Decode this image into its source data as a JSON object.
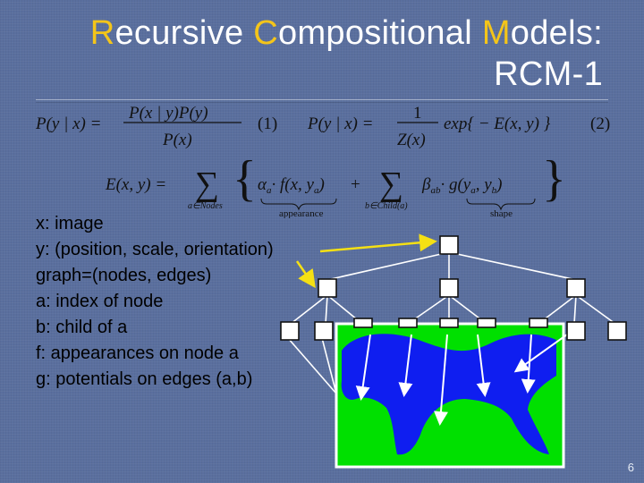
{
  "slide": {
    "title": {
      "line1": [
        {
          "text": "R",
          "accent": true
        },
        {
          "text": "ecursive ",
          "accent": false
        },
        {
          "text": "C",
          "accent": true
        },
        {
          "text": "ompositional ",
          "accent": false
        },
        {
          "text": "M",
          "accent": true
        },
        {
          "text": "odels:",
          "accent": false
        }
      ],
      "line2": "RCM-1"
    },
    "equations": {
      "eq1": {
        "lhs": "P(y | x) =",
        "numerator": "P(x | y)P(y)",
        "denominator": "P(x)",
        "number": "(1)"
      },
      "eq2": {
        "lhs": "P(y | x) =",
        "numerator": "1",
        "denominator": "Z(x)",
        "rhs": "exp{ − E(x, y) }",
        "number": "(2)"
      },
      "eq3": {
        "lhs": "E(x, y) =",
        "sum1_sub": "a∈Nodes",
        "term1": "α",
        "term1_sub": "a",
        "term1_rest": "· f(x, y",
        "term1_end_sub": "a",
        "term1_close": ")",
        "plus": "+",
        "sum2_sub": "b∈Child(a)",
        "term2": "β",
        "term2_sub": "ab",
        "term2_rest": "· g(y",
        "term2_sub_a": "a",
        "term2_comma": ", y",
        "term2_sub_b": "b",
        "term2_close": ")",
        "label_appearance": "appearance",
        "label_shape": "shape"
      }
    },
    "bullets": [
      "x: image",
      "y: (position, scale, orientation)",
      "graph=(nodes, edges)",
      "a: index of node",
      "b: child of a",
      "f: appearances on node a",
      "g: potentials on edges (a,b)"
    ],
    "page_number": "6",
    "colors": {
      "background": "#5a6f9e",
      "title_accent": "#f4c51a",
      "arrow_yellow": "#f5e014",
      "image_green": "#00e000",
      "image_blue": "#0f1ef0"
    },
    "graph": {
      "levels": 3,
      "root_nodes": 1,
      "mid_nodes": 3,
      "leaf_nodes": 9
    }
  }
}
